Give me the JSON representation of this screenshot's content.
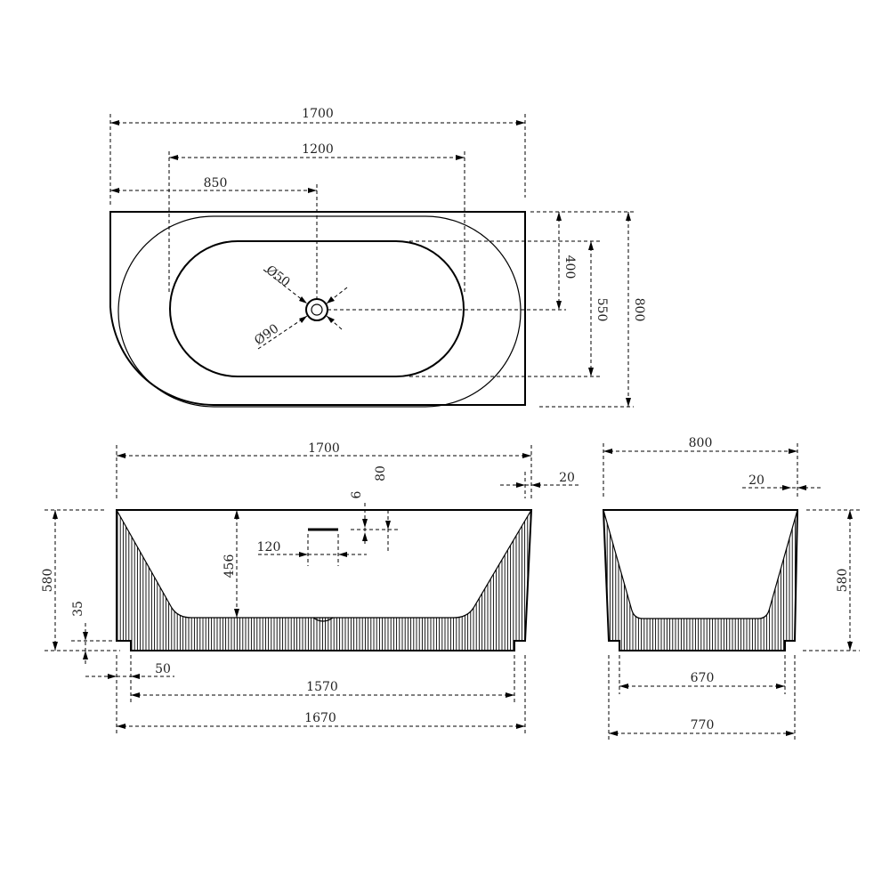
{
  "top_view": {
    "overall_length": "1700",
    "basin_length": "1200",
    "drain_offset": "850",
    "basin_width": "400",
    "inner_width": "550",
    "overall_width": "800",
    "drain_diameter": "Ø50",
    "overflow_diameter": "Ø90"
  },
  "front_view": {
    "overall_length": "1700",
    "rim": "20",
    "overflow_height": "80",
    "overflow_size": "6",
    "height": "580",
    "depth": "456",
    "overflow_spacing": "120",
    "plinth_height": "35",
    "plinth_offset": "50",
    "base_length": "1570",
    "body_length": "1670"
  },
  "side_view": {
    "overall_width": "800",
    "rim": "20",
    "height": "580",
    "base_width": "670",
    "body_width": "770"
  }
}
